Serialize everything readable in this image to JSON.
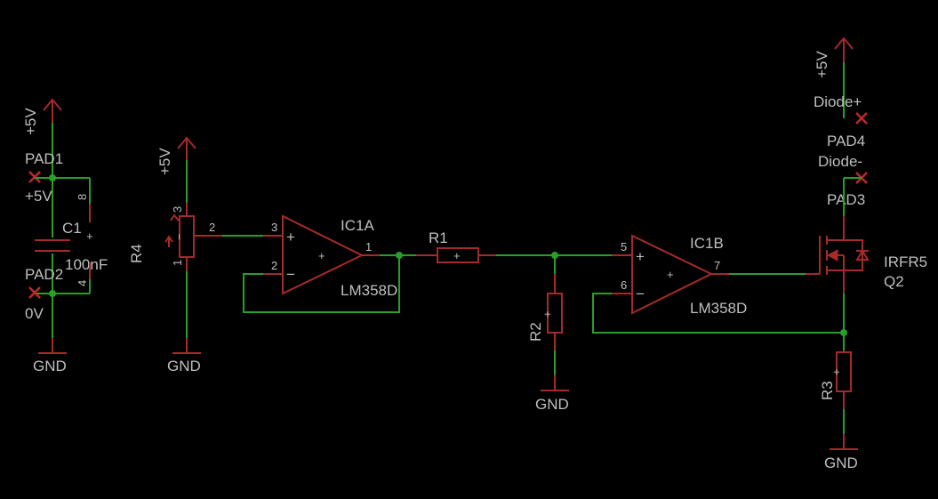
{
  "colors": {
    "background": "#000000",
    "wire": "#28a028",
    "symbol": "#a52a2a",
    "text": "#bfbfbf",
    "pad_marker": "#c02828"
  },
  "supply": {
    "vcc_label": "+5V",
    "gnd_label": "GND",
    "zero_v_label": "0V"
  },
  "pads": {
    "pad1": "PAD1",
    "pad2": "PAD2",
    "pad3": "PAD3",
    "pad4": "PAD4",
    "diode_plus": "Diode+",
    "diode_minus": "Diode-"
  },
  "components": {
    "c1": {
      "name": "C1",
      "value": "100nF",
      "plus": "+"
    },
    "r4": {
      "name": "R4",
      "pin1": "1",
      "pin2": "2",
      "pin3": "3"
    },
    "ic1a": {
      "name": "IC1A",
      "value": "LM358D",
      "pin1": "1",
      "pin2": "2",
      "pin3": "3",
      "pin4": "4",
      "pin8": "8"
    },
    "r1": {
      "name": "R1"
    },
    "r2": {
      "name": "R2"
    },
    "ic1b": {
      "name": "IC1B",
      "value": "LM358D",
      "pin5": "5",
      "pin6": "6",
      "pin7": "7"
    },
    "q2": {
      "name": "Q2",
      "value": "IRFR5"
    },
    "r3": {
      "name": "R3"
    }
  },
  "opamp_signs": {
    "plus": "+",
    "minus": "−"
  }
}
